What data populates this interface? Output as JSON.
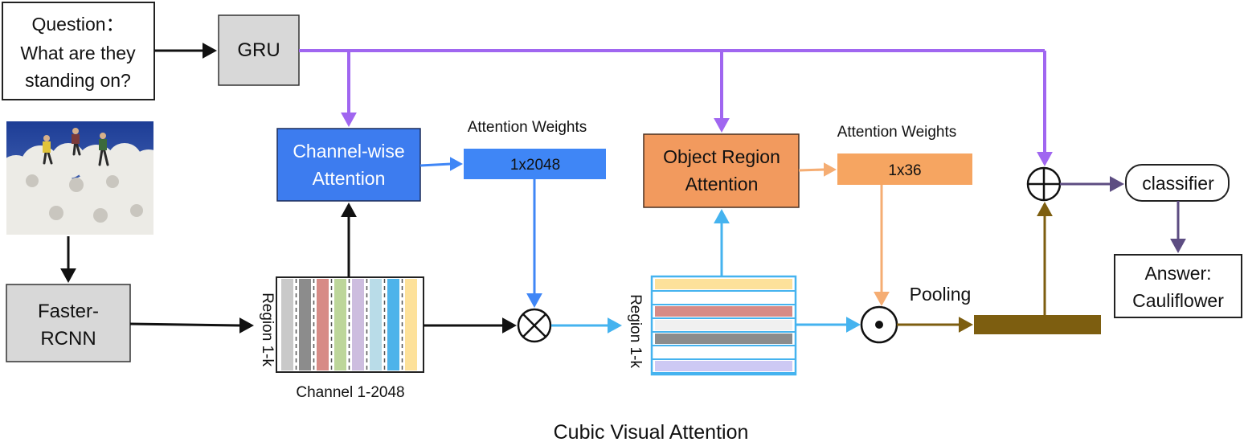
{
  "question": {
    "lines": [
      "Question：",
      "What are they",
      "standing on?"
    ]
  },
  "gru": {
    "label": "GRU"
  },
  "image": {
    "icon": "skiers-on-clouds-photo"
  },
  "faster_rcnn": {
    "lines": [
      "Faster-",
      "RCNN"
    ]
  },
  "feature_map": {
    "region_label": "Region 1-k",
    "channel_label": "Channel 1-2048",
    "channel_colors": [
      "#c9c9c9",
      "#8c8c8c",
      "#d78b86",
      "#bdd69a",
      "#cdbddf",
      "#b9dce8",
      "#4db3ea",
      "#fde19a"
    ]
  },
  "channel_attention": {
    "lines": [
      "Channel-wise",
      "Attention"
    ],
    "color": "#3d7cef",
    "weights_title": "Attention Weights",
    "weights_label": "1x2048",
    "weights_color": "#3f86f6"
  },
  "object_attention": {
    "lines": [
      "Object Region",
      "Attention"
    ],
    "color": "#f29a5e",
    "weights_title": "Attention Weights",
    "weights_label": "1x36",
    "weights_color": "#f6a561"
  },
  "region_map": {
    "region_label": "Region 1-k",
    "row_colors": [
      "#fde19a",
      "#ffffff",
      "#d78b86",
      "#f0f0f0",
      "#8c8c8c",
      "#ffffff",
      "#cdc9f4"
    ]
  },
  "pooling": {
    "label": "Pooling"
  },
  "operators": {
    "multiply": "⊗",
    "dot": "⊙",
    "add": "⊕"
  },
  "classifier": {
    "label": "classifier"
  },
  "answer": {
    "lines": [
      "Answer:",
      "Cauliflower"
    ]
  },
  "caption": "Cubic Visual Attention",
  "colors": {
    "question_flow": "#a066f0",
    "channel_flow": "#3f86f6",
    "region_flow": "#45b3ef",
    "object_flow": "#f5ad73",
    "pooled_flow": "#7d5e10",
    "output_flow": "#5d4d82"
  }
}
